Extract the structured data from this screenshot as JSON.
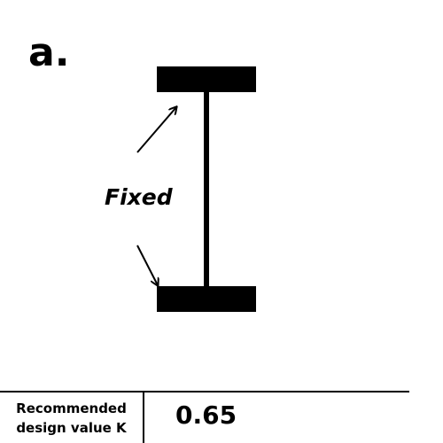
{
  "figure": {
    "panel_label": "a.",
    "support_label": "Fixed",
    "colors": {
      "ink": "#000000",
      "background": "#ffffff"
    }
  },
  "table": {
    "header_line_1": "Recommended",
    "header_line_2": "design value K",
    "value": "0.65"
  }
}
